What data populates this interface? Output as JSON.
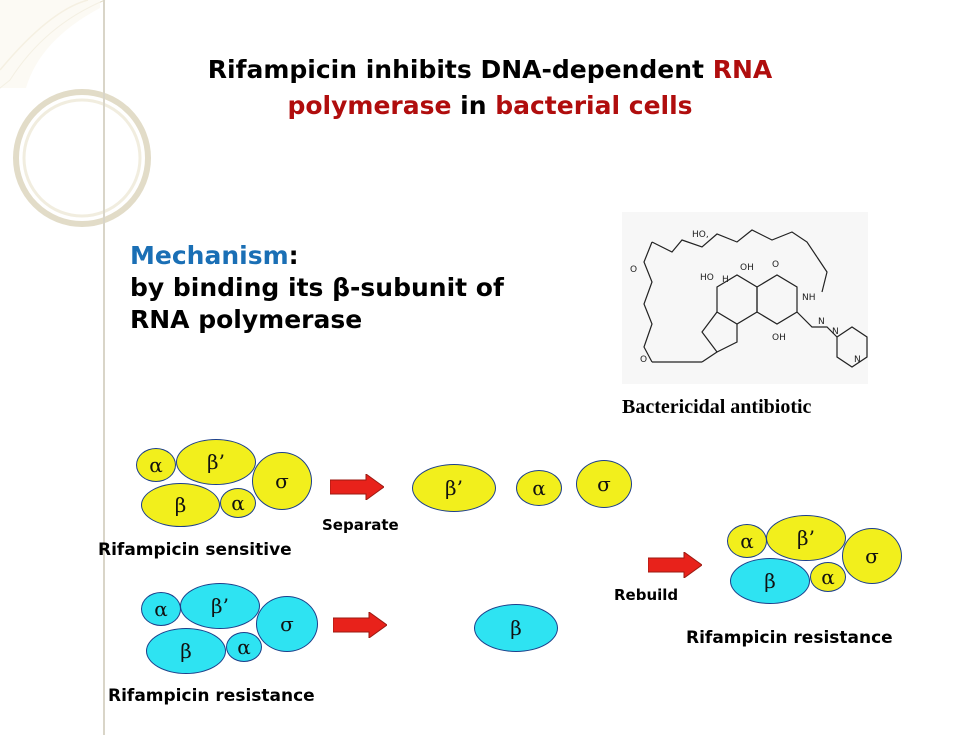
{
  "title": {
    "part1": "Rifampicin inhibits DNA-dependent ",
    "part2": "RNA",
    "part3": "polymerase",
    "part4": " in ",
    "part5": "bacterial cells"
  },
  "mechanism": {
    "label": "Mechanism",
    "colon": ":",
    "line2": "by binding its β-subunit of",
    "line3": "RNA polymerase"
  },
  "structure": {
    "caption": "Bactericidal antibiotic"
  },
  "diagram": {
    "separate_label": "Separate",
    "rebuild_label": "Rebuild",
    "sensitive_label": "Rifampicin sensitive",
    "resistance_label_left": "Rifampicin resistance",
    "resistance_label_right": "Rifampicin resistance",
    "subunits": {
      "alpha": "α",
      "beta": "β",
      "beta_prime": "β’",
      "sigma": "σ"
    },
    "colors": {
      "sensitive": "#f2ef1c",
      "resistant": "#2ee3f2",
      "arrow": "#e8221b",
      "title_red": "#b00d0d",
      "mechanism_blue": "#1a6fb5"
    }
  }
}
